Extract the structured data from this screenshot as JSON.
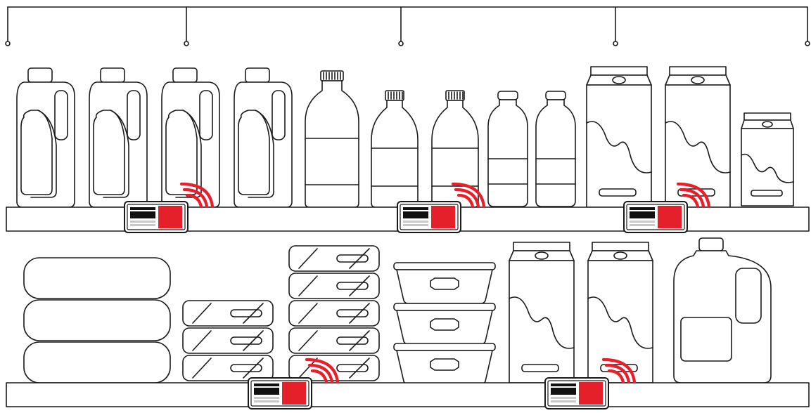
{
  "scene": {
    "description_free": true,
    "colors": {
      "line": "#1a1a1a",
      "accent": "#e5202a",
      "label_bg": "#ffffff",
      "label_text_block": "#111111",
      "label_gray": "#c8c8c8"
    },
    "shelves": [
      {
        "name": "top-shelf",
        "smart_labels": 3,
        "signal_icons": 3
      },
      {
        "name": "bottom-shelf",
        "smart_labels": 2,
        "signal_icons": 2
      }
    ],
    "icons": [
      "wireless-signal-icon",
      "electronic-shelf-label-icon"
    ]
  }
}
